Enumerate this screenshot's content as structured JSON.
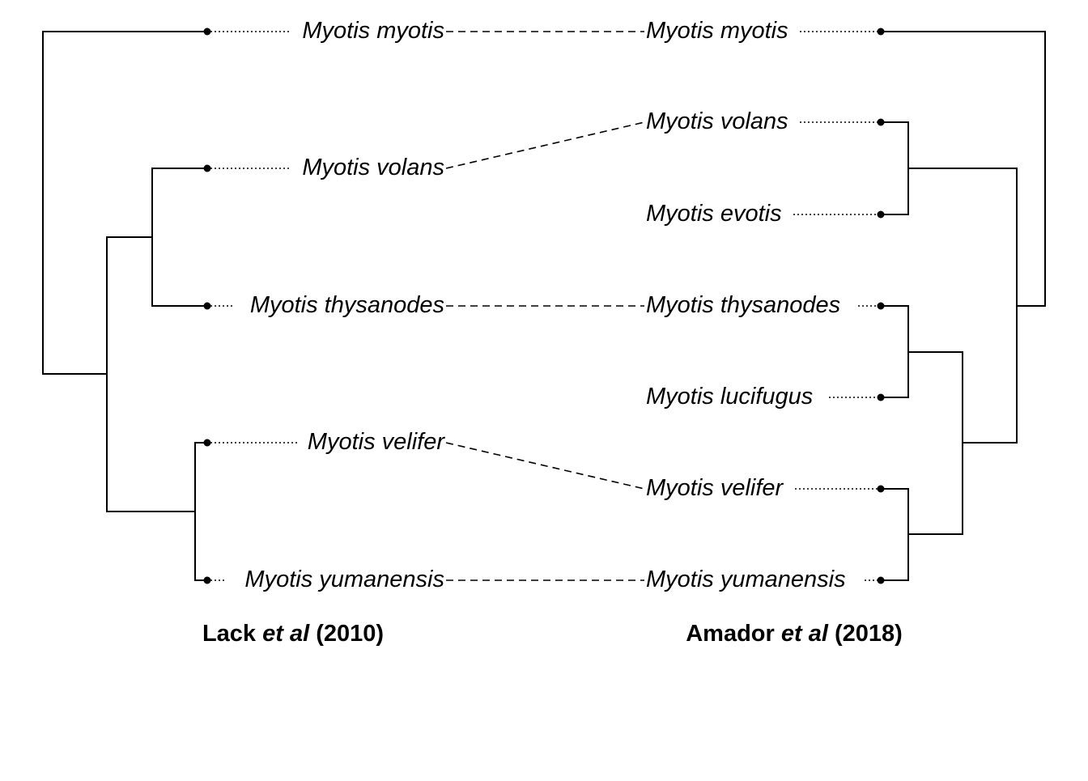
{
  "left_tree": {
    "caption_prefix": "Lack ",
    "caption_italic": "et al",
    "caption_suffix": " (2010)",
    "tips": [
      "Myotis myotis",
      "Myotis volans",
      "Myotis thysanodes",
      "Myotis velifer",
      "Myotis yumanensis"
    ]
  },
  "right_tree": {
    "caption_prefix": "Amador ",
    "caption_italic": "et al",
    "caption_suffix": " (2018)",
    "tips": [
      "Myotis myotis",
      "Myotis volans",
      "Myotis evotis",
      "Myotis thysanodes",
      "Myotis lucifugus",
      "Myotis velifer",
      "Myotis yumanensis"
    ]
  },
  "links": [
    {
      "left": "Myotis myotis",
      "right": "Myotis myotis"
    },
    {
      "left": "Myotis volans",
      "right": "Myotis volans"
    },
    {
      "left": "Myotis thysanodes",
      "right": "Myotis thysanodes"
    },
    {
      "left": "Myotis velifer",
      "right": "Myotis velifer"
    },
    {
      "left": "Myotis yumanensis",
      "right": "Myotis yumanensis"
    }
  ]
}
